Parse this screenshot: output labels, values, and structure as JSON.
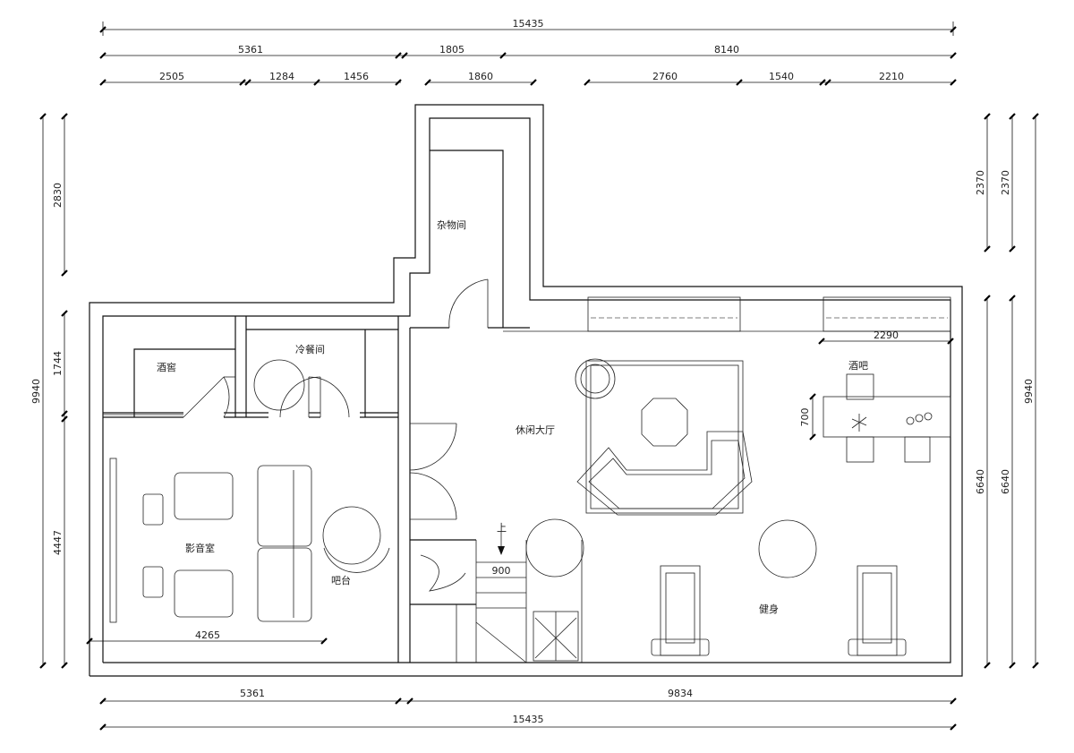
{
  "dimensions": {
    "top_overall": "15435",
    "top_mid": [
      "5361",
      "1805",
      "8140"
    ],
    "top_detail": [
      "2505",
      "1284",
      "1456",
      "1860",
      "2760",
      "1540",
      "2210"
    ],
    "bottom_segments": [
      "5361",
      "9834"
    ],
    "bottom_overall": "15435",
    "left_overall": "9940",
    "left_segments": [
      "2830",
      "1744",
      "4447"
    ],
    "right_overall": "9940",
    "right_a": [
      "2370",
      "6640"
    ],
    "right_b": [
      "2370",
      "6640"
    ],
    "interior": {
      "bar_width": "2290",
      "bar_depth": "700",
      "stair_width": "900",
      "theater_width": "4265"
    }
  },
  "rooms": {
    "storage": "杂物间",
    "wine_cellar": "酒窖",
    "cold_meal": "冷餐间",
    "lounge_hall": "休闲大厅",
    "bar": "酒吧",
    "theater": "影音室",
    "bar_counter": "吧台",
    "gym": "健身"
  },
  "stair": {
    "up_label": "上"
  }
}
